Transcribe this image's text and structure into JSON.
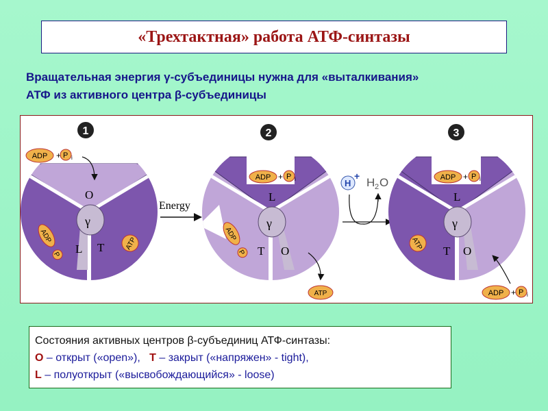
{
  "title": "«Трехтактная» работа АТФ-синтазы",
  "subtitle": {
    "line1": "Вращательная энергия γ-субъединицы нужна для «выталкивания»",
    "line2": "АТФ  из активного центра β-субъединицы"
  },
  "diagram": {
    "steps": [
      "1",
      "2",
      "3"
    ],
    "gamma": "γ",
    "state_labels": {
      "O": "O",
      "L": "L",
      "T": "T"
    },
    "adp": "ADP",
    "plus": "+",
    "p": "P",
    "p_sub": "i",
    "atp": "ATP",
    "energy": "Energy",
    "h": "H",
    "h_plus": "+",
    "h2o_h": "H",
    "h2o_2": "2",
    "h2o_o": "O",
    "colors": {
      "dark": "#7d56ad",
      "light": "#c0a6d8",
      "gray": "#c7bbd3",
      "badge": "#f0b14a"
    }
  },
  "legend": {
    "line1": "Состояния активных центров β-субъединиц АТФ-синтазы:",
    "o_key": "O",
    "o_desc": " – открыт («open»),",
    "t_key": "T",
    "t_desc": " – закрыт («напряжен» - tight),",
    "l_key": "L",
    "l_desc": " – полуоткрыт («высвобождающийся» - loose)"
  }
}
